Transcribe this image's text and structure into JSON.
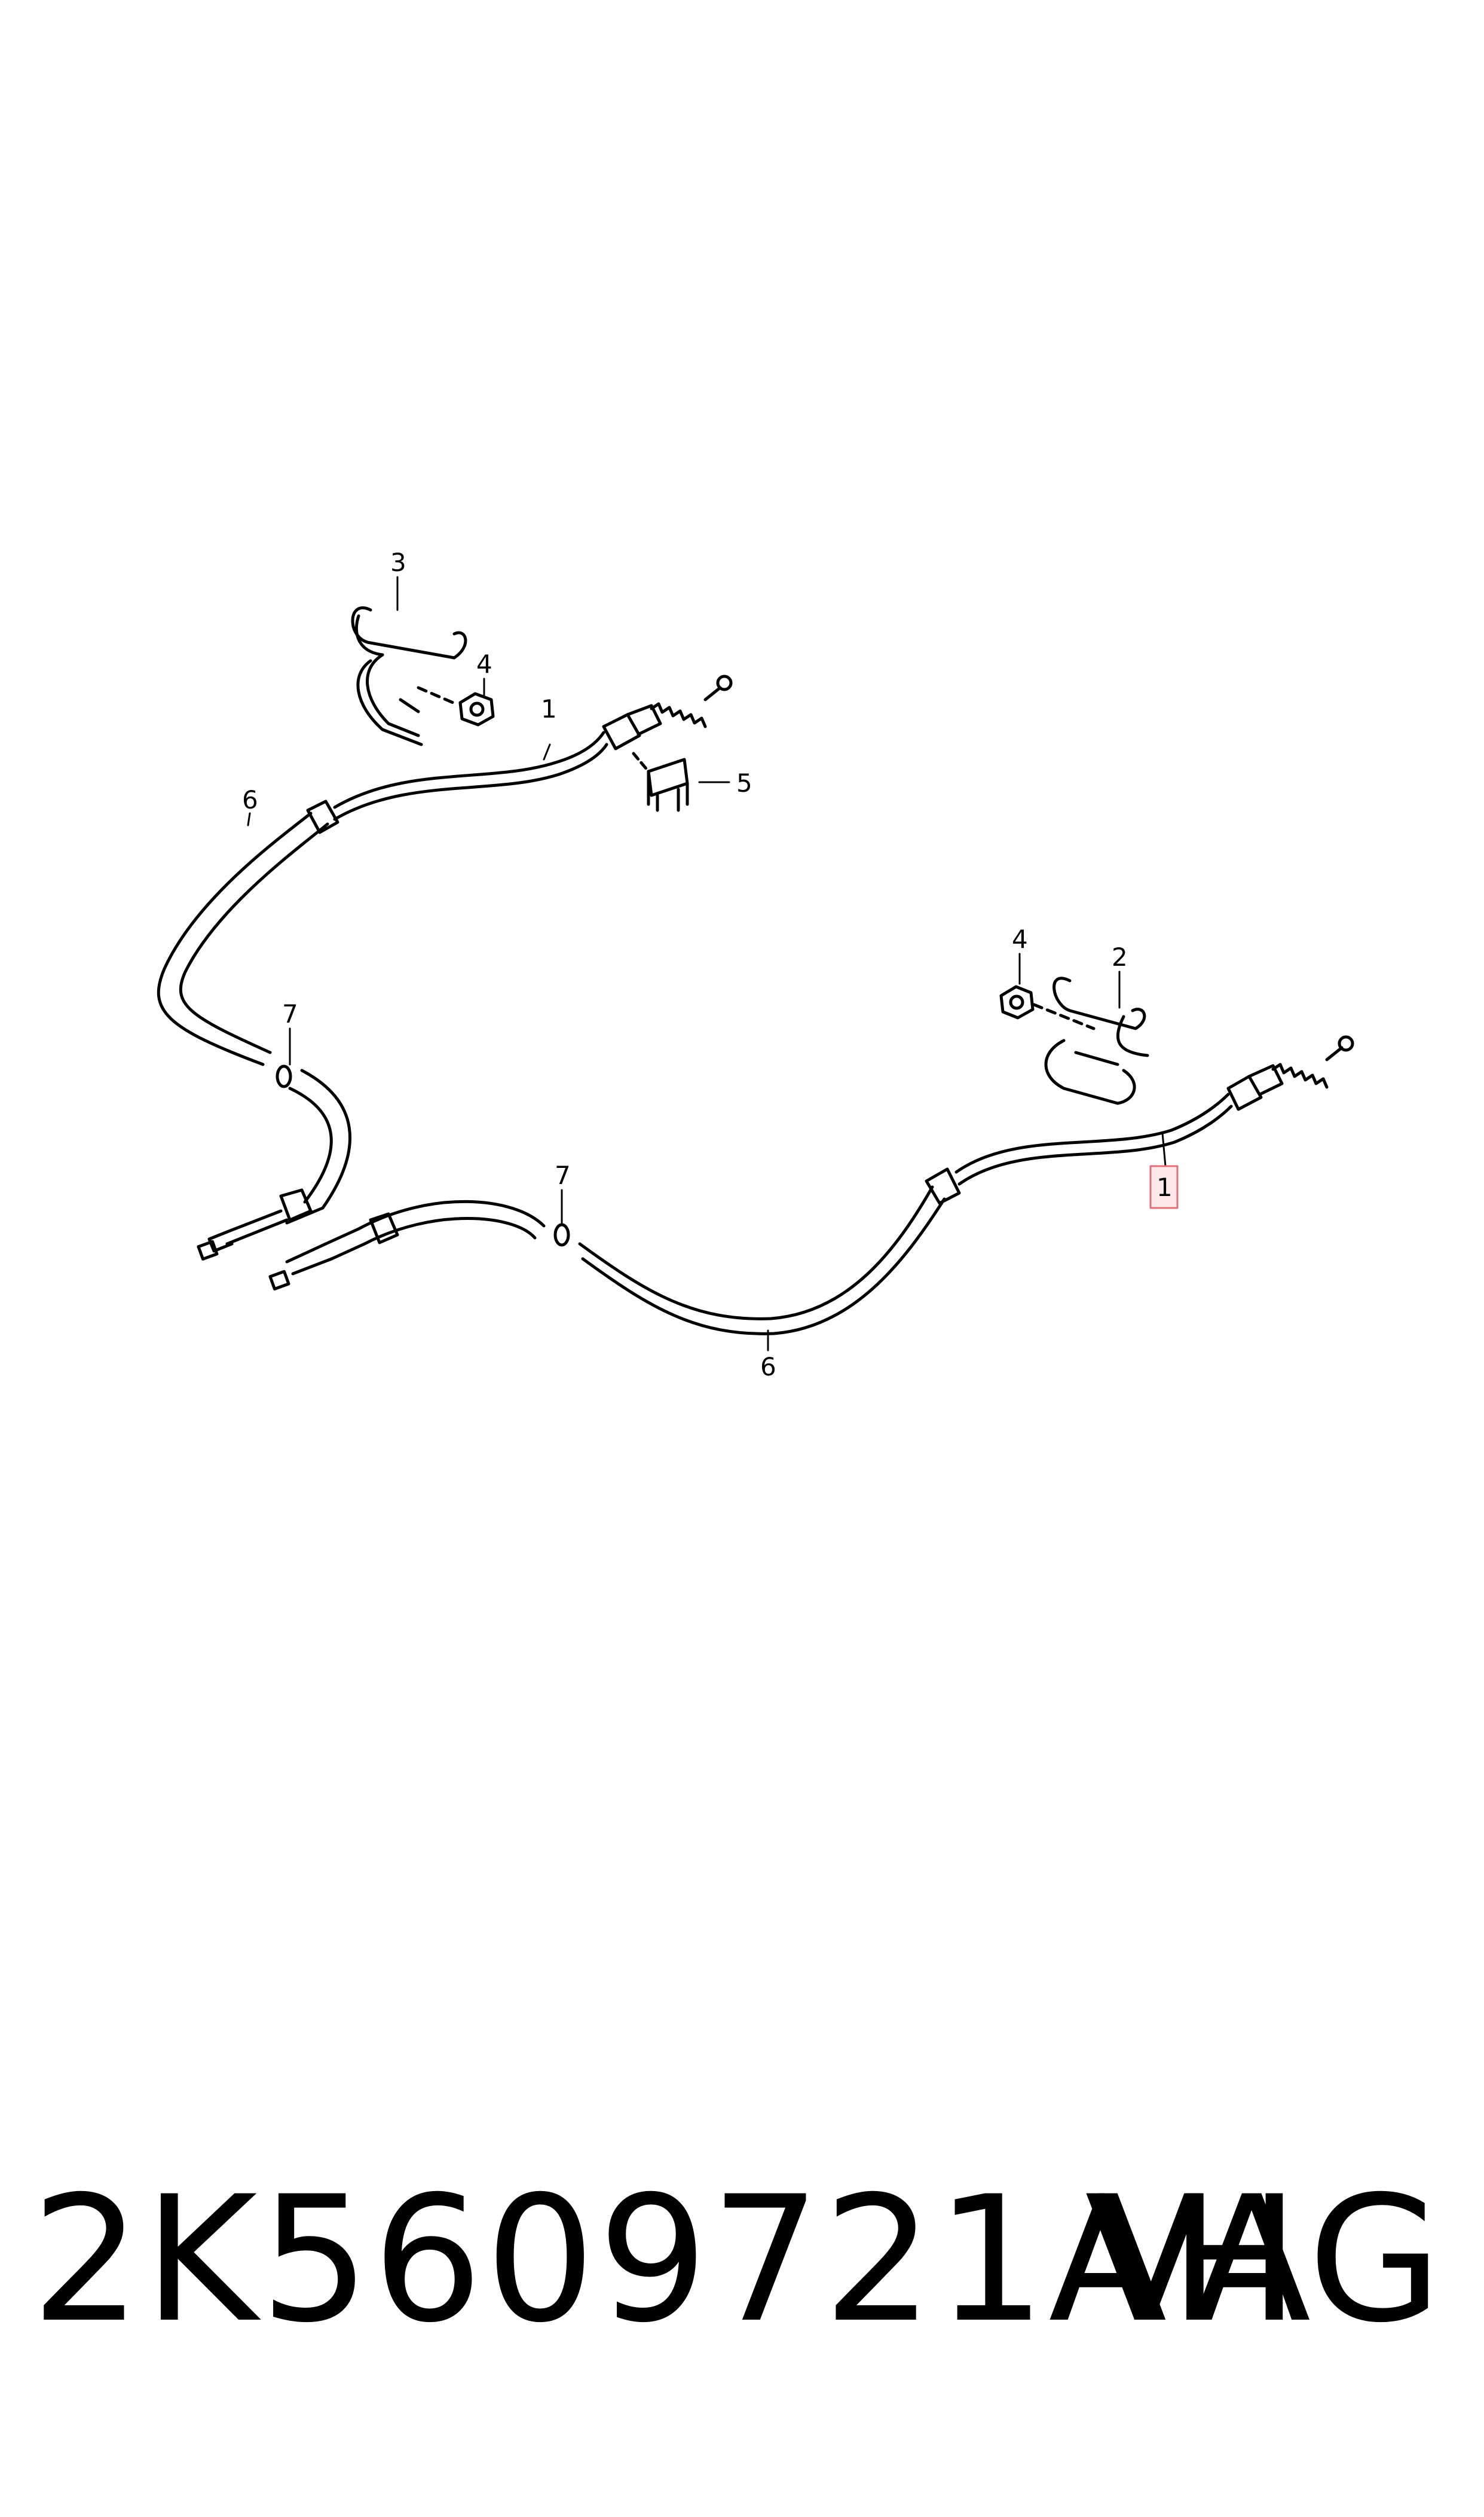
{
  "callouts": {
    "c1_top": "1",
    "c1_right": "1",
    "c2": "2",
    "c3": "3",
    "c4_left": "4",
    "c4_right": "4",
    "c5": "5",
    "c6_left": "6",
    "c6_bottom": "6",
    "c7_left": "7",
    "c7_mid": "7"
  },
  "footer": {
    "part_number": "2K5609721AH",
    "brand": "VAG"
  },
  "colors": {
    "line": "#000000",
    "highlight_border": "#e0707a",
    "highlight_fill": "#fde8ea"
  }
}
